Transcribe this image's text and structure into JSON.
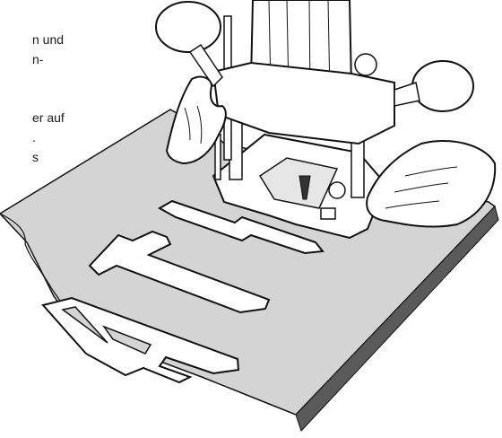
{
  "manual_text": {
    "line_1": "n und",
    "line_2": "n-",
    "line_3": "er auf",
    "line_4": ".",
    "line_5": "s"
  },
  "router_letters": [
    "A",
    "T",
    "H"
  ],
  "colors": {
    "board": "#d4d4d4",
    "board_edge": "#5a5a5a",
    "line": "#111111",
    "machine": "#ffffff"
  }
}
